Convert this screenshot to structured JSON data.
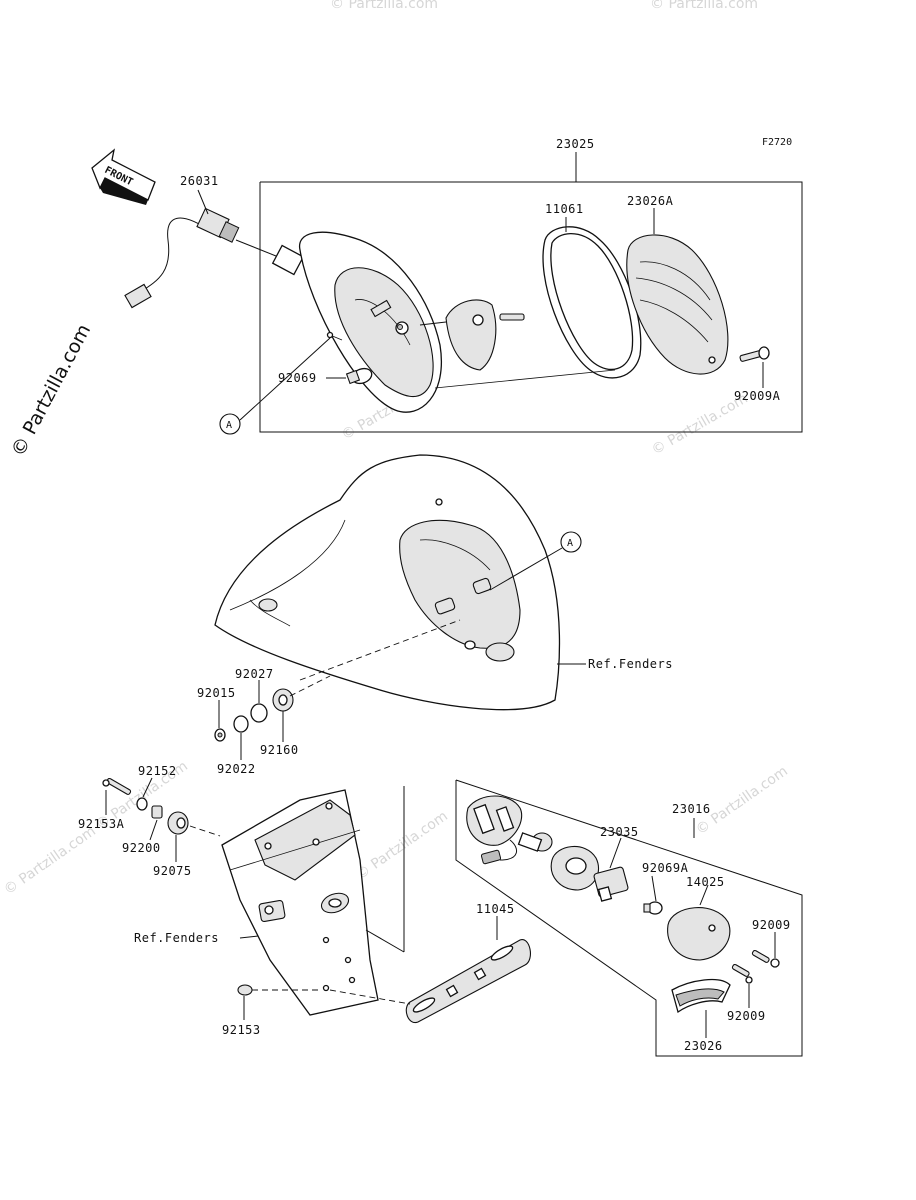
{
  "figure_code": "F2720",
  "front_arrow_text": "FRONT",
  "watermark_side": "© Partzilla.com",
  "watermark_faint": "© Partzilla.com",
  "ref_marker": "A",
  "labels": {
    "p23025": "23025",
    "p26031": "26031",
    "p11061": "11061",
    "p23026A": "23026A",
    "p92069": "92069",
    "p92009A": "92009A",
    "ref_fenders_1": "Ref.Fenders",
    "ref_fenders_2": "Ref.Fenders",
    "p92027": "92027",
    "p92015": "92015",
    "p92160": "92160",
    "p92022": "92022",
    "p92152": "92152",
    "p92153A": "92153A",
    "p92200": "92200",
    "p92075": "92075",
    "p23016": "23016",
    "p23035": "23035",
    "p92069A": "92069A",
    "p14025": "14025",
    "p92009_1": "92009",
    "p92009_2": "92009",
    "p11045": "11045",
    "p92153": "92153",
    "p23026": "23026"
  }
}
